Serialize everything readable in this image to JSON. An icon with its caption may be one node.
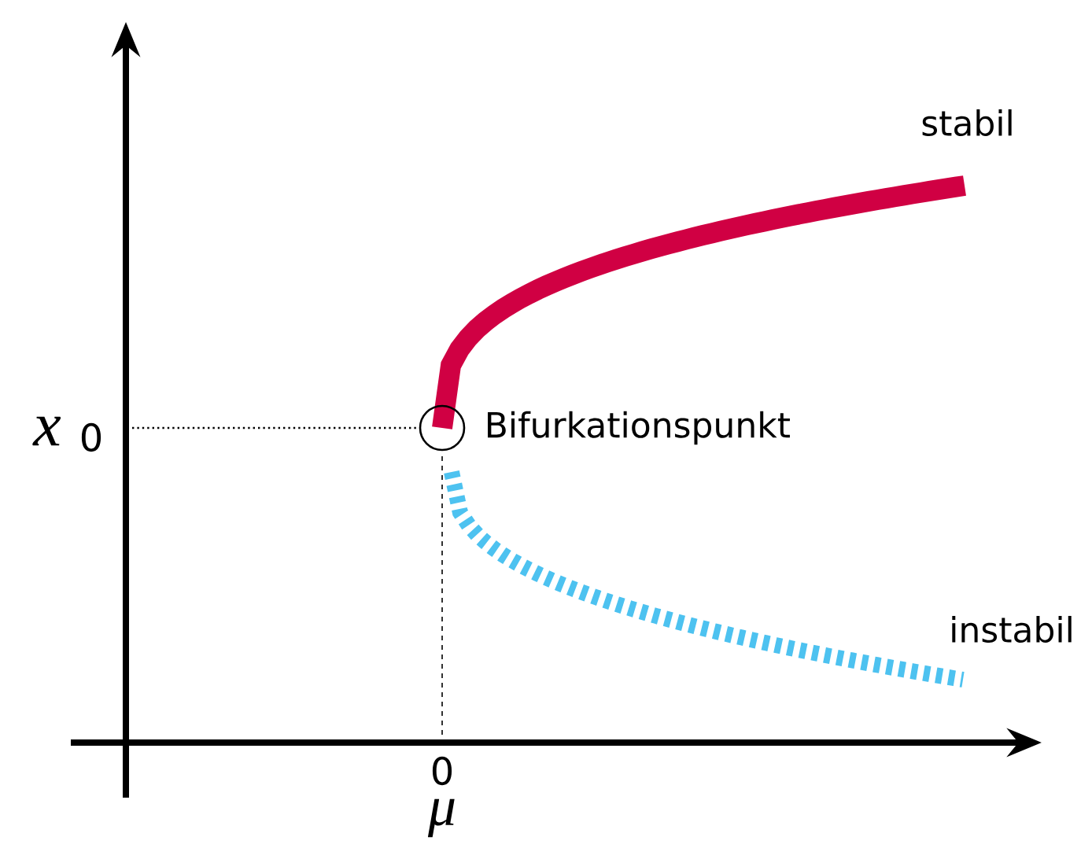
{
  "diagram": {
    "nodes": [
      {
        "text": [],
        "shape": "circle",
        "beside": [
          "Bifurkationspunkt"
        ]
      }
    ],
    "edges": [],
    "labels": [
      "stabil",
      "x",
      "0",
      "instabil",
      "0",
      "μ"
    ]
  }
}
